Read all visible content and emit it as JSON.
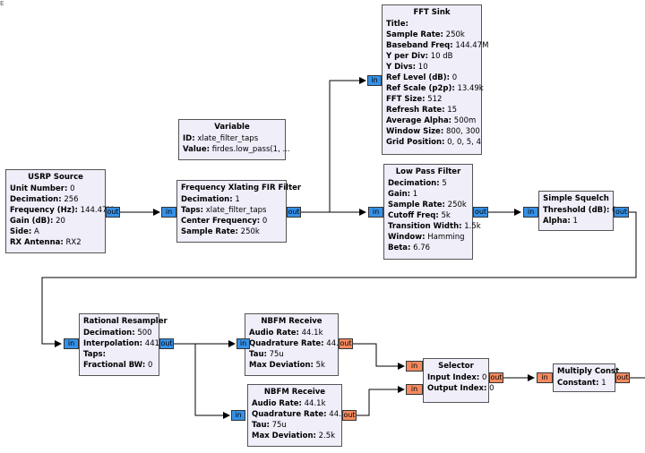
{
  "edge_marker": "E",
  "blocks": {
    "fft": {
      "title": "FFT Sink",
      "params": [
        {
          "k": "Title:",
          "v": ""
        },
        {
          "k": "Sample Rate:",
          "v": "250k"
        },
        {
          "k": "Baseband Freq:",
          "v": "144.47M"
        },
        {
          "k": "Y per Div:",
          "v": "10 dB"
        },
        {
          "k": "Y Divs:",
          "v": "10"
        },
        {
          "k": "Ref Level (dB):",
          "v": "0"
        },
        {
          "k": "Ref Scale (p2p):",
          "v": "13.49k"
        },
        {
          "k": "FFT Size:",
          "v": "512"
        },
        {
          "k": "Refresh Rate:",
          "v": "15"
        },
        {
          "k": "Average Alpha:",
          "v": "500m"
        },
        {
          "k": "Window Size:",
          "v": "800, 300"
        },
        {
          "k": "Grid Position:",
          "v": "0, 0, 5, 4"
        }
      ],
      "in": "in"
    },
    "variable": {
      "title": "Variable",
      "params": [
        {
          "k": "ID:",
          "v": "xlate_filter_taps"
        },
        {
          "k": "Value:",
          "v": "firdes.low_pass(1, ..."
        }
      ]
    },
    "usrp": {
      "title": "USRP Source",
      "params": [
        {
          "k": "Unit Number:",
          "v": "0"
        },
        {
          "k": "Decimation:",
          "v": "256"
        },
        {
          "k": "Frequency (Hz):",
          "v": "144.47M"
        },
        {
          "k": "Gain (dB):",
          "v": "20"
        },
        {
          "k": "Side:",
          "v": "A"
        },
        {
          "k": "RX Antenna:",
          "v": "RX2"
        }
      ],
      "out": "out"
    },
    "xlating": {
      "title": "Frequency Xlating FIR Filter",
      "params": [
        {
          "k": "Decimation:",
          "v": "1"
        },
        {
          "k": "Taps:",
          "v": "xlate_filter_taps"
        },
        {
          "k": "Center Frequency:",
          "v": "0"
        },
        {
          "k": "Sample Rate:",
          "v": "250k"
        }
      ],
      "in": "in",
      "out": "out"
    },
    "lpf": {
      "title": "Low Pass Filter",
      "params": [
        {
          "k": "Decimation:",
          "v": "5"
        },
        {
          "k": "Gain:",
          "v": "1"
        },
        {
          "k": "Sample Rate:",
          "v": "250k"
        },
        {
          "k": "Cutoff Freq:",
          "v": "5k"
        },
        {
          "k": "Transition Width:",
          "v": "1.5k"
        },
        {
          "k": "Window:",
          "v": "Hamming"
        },
        {
          "k": "Beta:",
          "v": "6.76"
        }
      ],
      "in": "in",
      "out": "out"
    },
    "squelch": {
      "title": "Simple Squelch",
      "params": [
        {
          "k": "Threshold (dB):",
          "v": "0"
        },
        {
          "k": "Alpha:",
          "v": "1"
        }
      ],
      "in": "in",
      "out": "out"
    },
    "resampler": {
      "title": "Rational Resampler",
      "params": [
        {
          "k": "Decimation:",
          "v": "500"
        },
        {
          "k": "Interpolation:",
          "v": "441"
        },
        {
          "k": "Taps:",
          "v": ""
        },
        {
          "k": "Fractional BW:",
          "v": "0"
        }
      ],
      "in": "in",
      "out": "out"
    },
    "nbfm1": {
      "title": "NBFM Receive",
      "params": [
        {
          "k": "Audio Rate:",
          "v": "44.1k"
        },
        {
          "k": "Quadrature Rate:",
          "v": "44.1k"
        },
        {
          "k": "Tau:",
          "v": "75u"
        },
        {
          "k": "Max Deviation:",
          "v": "5k"
        }
      ],
      "in": "in",
      "out": "out"
    },
    "nbfm2": {
      "title": "NBFM Receive",
      "params": [
        {
          "k": "Audio Rate:",
          "v": "44.1k"
        },
        {
          "k": "Quadrature Rate:",
          "v": "44.1k"
        },
        {
          "k": "Tau:",
          "v": "75u"
        },
        {
          "k": "Max Deviation:",
          "v": "2.5k"
        }
      ],
      "in": "in",
      "out": "out"
    },
    "selector": {
      "title": "Selector",
      "params": [
        {
          "k": "Input Index:",
          "v": "0"
        },
        {
          "k": "Output Index:",
          "v": "0"
        }
      ],
      "in1": "in",
      "in2": "in",
      "out": "out"
    },
    "multiply": {
      "title": "Multiply Const",
      "params": [
        {
          "k": "Constant:",
          "v": "1"
        }
      ],
      "in": "in",
      "out": "out"
    }
  }
}
